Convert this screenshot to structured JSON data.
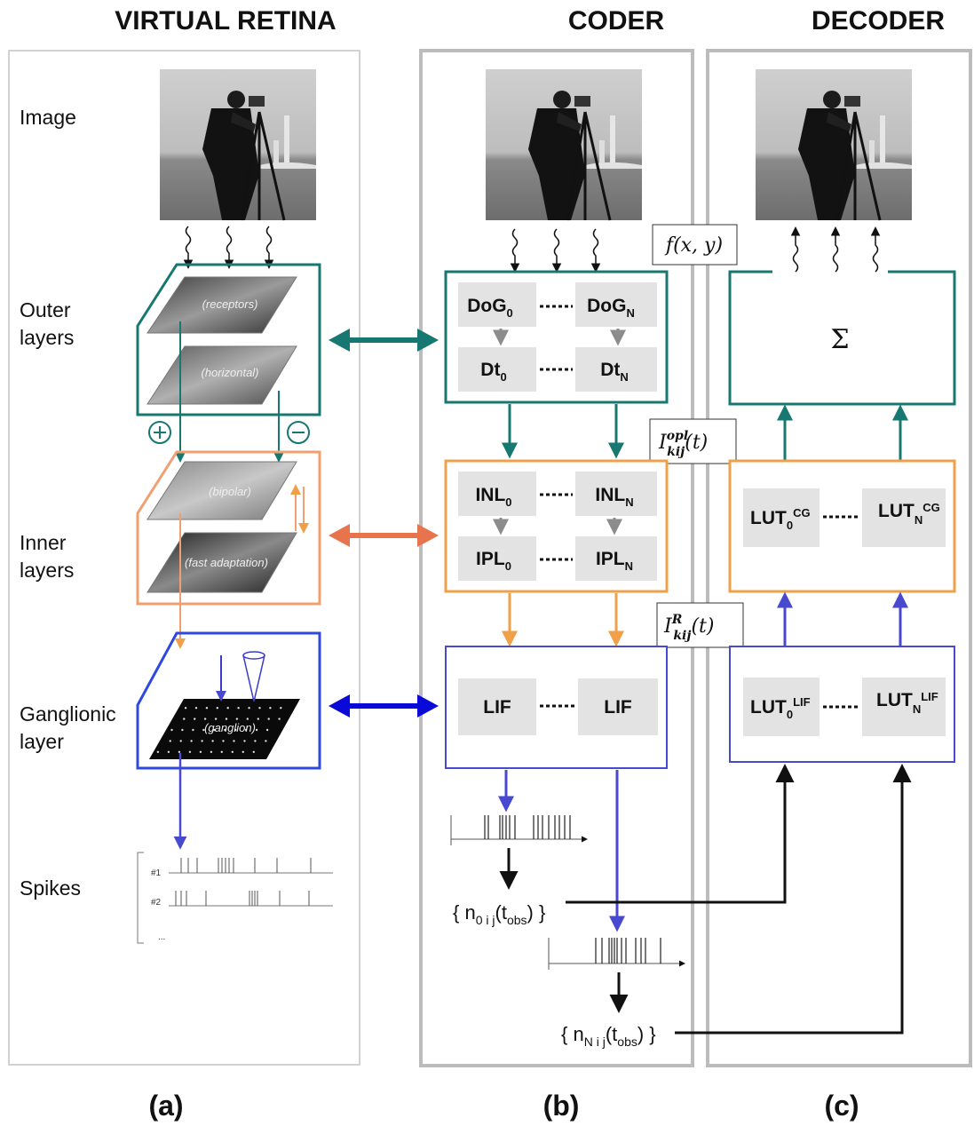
{
  "headers": {
    "retina": "VIRTUAL RETINA",
    "coder": "CODER",
    "decoder": "DECODER"
  },
  "panel_labels": {
    "a": "(a)",
    "b": "(b)",
    "c": "(c)"
  },
  "retina_rows": {
    "image": "Image",
    "outer_1": "Outer",
    "outer_2": "layers",
    "inner_1": "Inner",
    "inner_2": "layers",
    "gang_1": "Ganglionic",
    "gang_2": "layer",
    "spikes": "Spikes"
  },
  "retina_layers": {
    "receptors": "(receptors)",
    "horizontal": "(horizontal)",
    "bipolar": "(bipolar)",
    "fast_adaptation": "(fast adaptation)",
    "ganglion": "(ganglion)"
  },
  "spike_rows": {
    "row1": "#1",
    "row2": "#2",
    "more": "..."
  },
  "coder": {
    "input_label": {
      "base": "f(x, y)"
    },
    "dog": {
      "base": "DoG",
      "sub_first": "0",
      "sub_last": "N"
    },
    "dt": {
      "base": "Dt",
      "sub_first": "0",
      "sub_last": "N"
    },
    "inl": {
      "base": "INL",
      "sub_first": "0",
      "sub_last": "N"
    },
    "ipl": {
      "base": "IPL",
      "sub_first": "0",
      "sub_last": "N"
    },
    "lif": {
      "first": "LIF",
      "last": "LIF"
    },
    "i_opl": {
      "base": "I",
      "sup": "opl",
      "sub": "kij",
      "arg": "(t)"
    },
    "i_r": {
      "base": "I",
      "sup": "R",
      "sub": "kij",
      "arg": "(t)"
    },
    "count_first": {
      "open": "{ n",
      "sub": "0 i j",
      "mid": "(t",
      "sub2": "obs",
      "close": ") }"
    },
    "count_last": {
      "open": "{ n",
      "sub": "N i j",
      "mid": "(t",
      "sub2": "obs",
      "close": ") }"
    }
  },
  "decoder": {
    "sum_symbol": "Σ",
    "lut_cg": {
      "base": "LUT",
      "sub_first": "0",
      "sub_last": "N",
      "sup": "CG"
    },
    "lut_lif": {
      "base": "LUT",
      "sub_first": "0",
      "sub_last": "N",
      "sup": "LIF"
    }
  },
  "colors": {
    "outer": "#177872",
    "inner": "#f0a048",
    "inner_arrow": "#e8744e",
    "ganglionic": "#3a3acc",
    "gang_arrow": "#0a0ad8",
    "panel_border": "#bcbcbc",
    "block_fill": "#e3e3e3",
    "gray_arrow": "#8c8c8c"
  }
}
